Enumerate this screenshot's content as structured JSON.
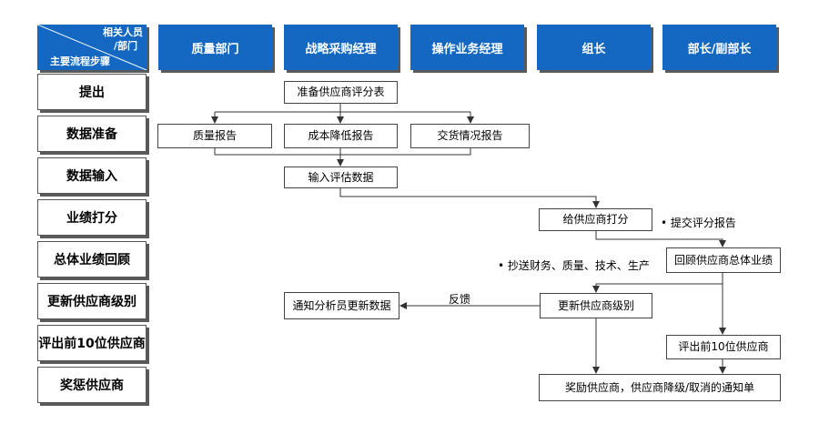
{
  "corner": {
    "line1": "相关人员",
    "line2": "/部门",
    "line3": "主要流程步骤"
  },
  "headers": [
    "质量部门",
    "战略采购经理",
    "操作业务经理",
    "组长",
    "部长/副部长"
  ],
  "steps": [
    "提出",
    "数据准备",
    "数据输入",
    "业绩打分",
    "总体业绩回顾",
    "更新供应商级别",
    "评出前10位供应商",
    "奖惩供应商"
  ],
  "boxes": {
    "prepare_form": "准备供应商评分表",
    "quality_report": "质量报告",
    "cost_report": "成本降低报告",
    "delivery_report": "交货情况报告",
    "input_data": "输入评估数据",
    "score_supplier": "给供应商打分",
    "review_performance": "回顾供应商总体业绩",
    "update_level": "更新供应商级别",
    "notify_analyst": "通知分析员更新数据",
    "top10": "评出前10位供应商",
    "reward_notice": "奖励供应商，供应商降级/取消的通知单"
  },
  "notes": {
    "submit_report": "• 提交评分报告",
    "cc_departments": "• 抄送财务、质量、技术、生产",
    "feedback": "反馈"
  }
}
